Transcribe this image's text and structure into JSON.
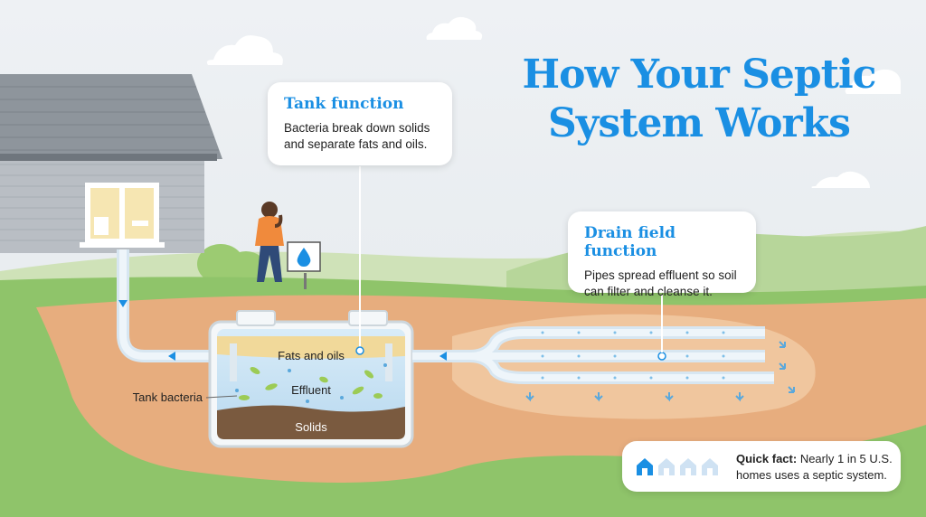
{
  "title": {
    "line1": "How Your Septic",
    "line2": "System Works"
  },
  "tank_callout": {
    "heading": "Tank function",
    "body": "Bacteria break down solids and separate fats and oils."
  },
  "drain_callout": {
    "heading": "Drain field function",
    "body": "Pipes spread effluent so soil can filter and cleanse it."
  },
  "tank_labels": {
    "fats": "Fats and oils",
    "effluent": "Effluent",
    "solids": "Solids",
    "bacteria": "Tank bacteria"
  },
  "quick_fact": {
    "label": "Quick fact:",
    "text": "Nearly 1 in 5 U.S. homes uses a septic system.",
    "highlighted_homes": 1,
    "total_homes": 5
  },
  "icons": {
    "sign": "water-drop-icon",
    "fact": "house-icon"
  },
  "colors": {
    "accent": "#1a8fe3",
    "sky": "#e8eef3",
    "grass": "#8fc46a",
    "soil": "#e2a273",
    "tank_water": "#cfe6f5",
    "fats_layer": "#f1d99a",
    "solids_layer": "#7a5a3f"
  }
}
